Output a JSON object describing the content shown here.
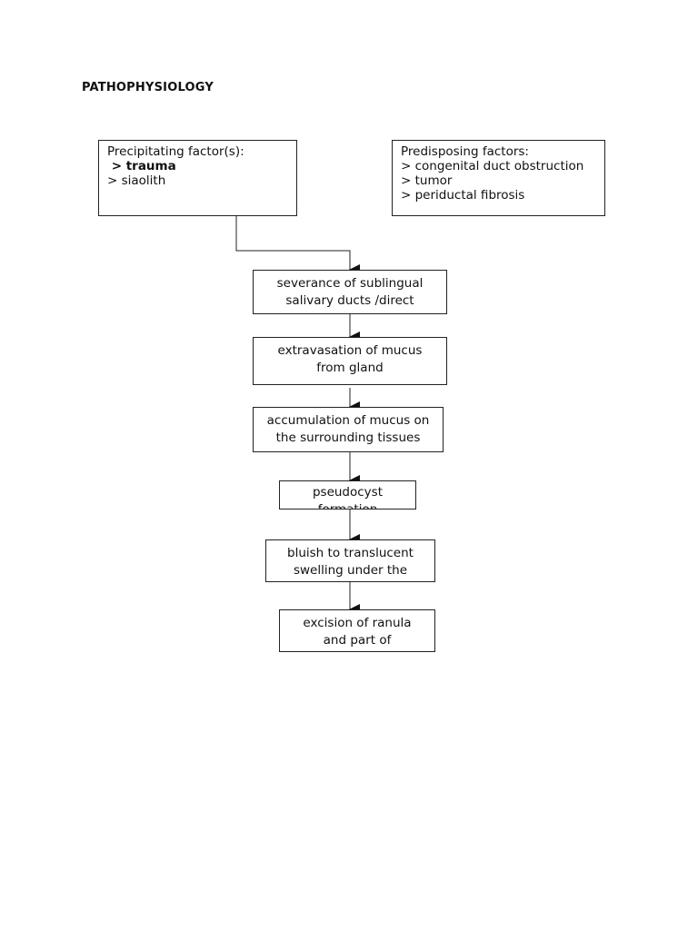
{
  "title": "PATHOPHYSIOLOGY",
  "precipitating": {
    "heading": "Precipitating factor(s):",
    "item1": " > trauma",
    "item2": "> siaolith"
  },
  "predisposing": {
    "heading": "Predisposing factors:",
    "item1": "> congenital duct obstruction",
    "item2": "> tumor",
    "item3": "> periductal fibrosis"
  },
  "steps": [
    {
      "line1": "severance of sublingual",
      "line2": "salivary ducts /direct"
    },
    {
      "line1": "extravasation of mucus",
      "line2": "from gland"
    },
    {
      "line1": "accumulation of mucus on",
      "line2": "the surrounding tissues"
    },
    {
      "line1": "pseudocyst",
      "line2": "formation"
    },
    {
      "line1": "bluish to translucent",
      "line2": "swelling under the"
    },
    {
      "line1": "excision of ranula",
      "line2": "and part of"
    }
  ],
  "colors": {
    "line": "#222222",
    "text": "#111111",
    "background": "#ffffff"
  }
}
